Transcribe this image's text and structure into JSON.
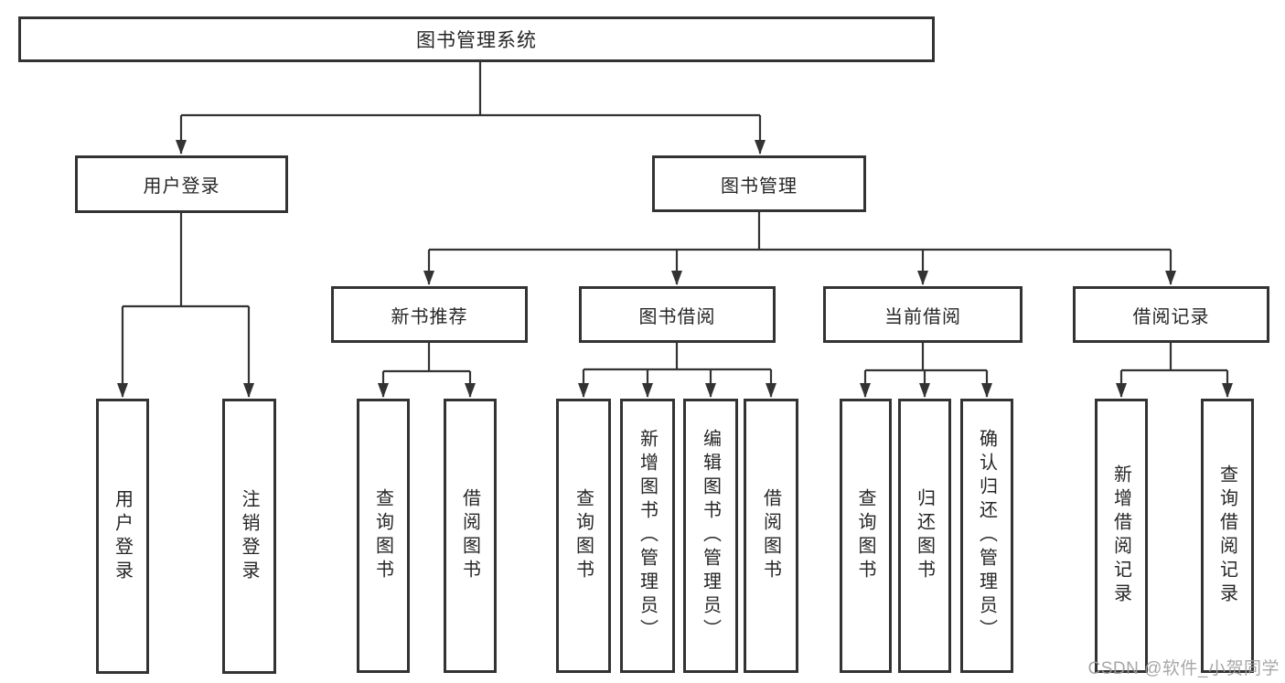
{
  "diagram": {
    "colors": {
      "line": "#333333",
      "box_border": "#333333",
      "box_fill": "#ffffff",
      "text": "#262626",
      "watermark": "#9e9e9e"
    },
    "tree": {
      "root": {
        "label": "图书管理系统",
        "children": [
          {
            "label": "用户登录",
            "children": [
              {
                "label": "用户登录"
              },
              {
                "label": "注销登录"
              }
            ]
          },
          {
            "label": "图书管理",
            "children": [
              {
                "label": "新书推荐",
                "children": [
                  {
                    "label": "查询图书"
                  },
                  {
                    "label": "借阅图书"
                  }
                ]
              },
              {
                "label": "图书借阅",
                "children": [
                  {
                    "label": "查询图书"
                  },
                  {
                    "label": "新增图书（管理员）"
                  },
                  {
                    "label": "编辑图书（管理员）"
                  },
                  {
                    "label": "借阅图书"
                  }
                ]
              },
              {
                "label": "当前借阅",
                "children": [
                  {
                    "label": "查询图书"
                  },
                  {
                    "label": "归还图书"
                  },
                  {
                    "label": "确认归还（管理员）"
                  }
                ]
              },
              {
                "label": "借阅记录",
                "children": [
                  {
                    "label": "新增借阅记录"
                  },
                  {
                    "label": "查询借阅记录"
                  }
                ]
              }
            ]
          }
        ]
      }
    },
    "watermark": {
      "text": "CSDN @软件_小贺同学"
    }
  }
}
